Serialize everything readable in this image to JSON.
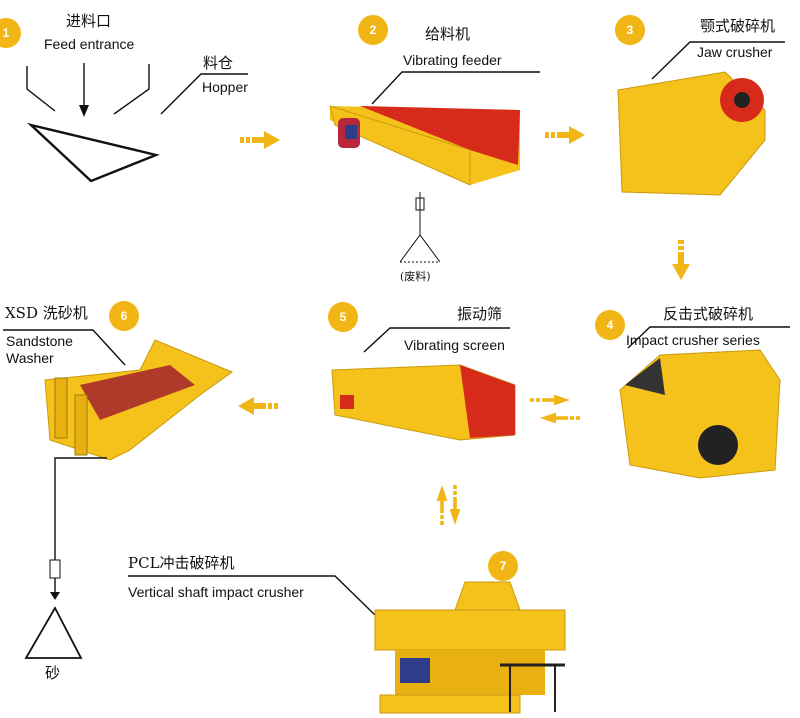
{
  "steps": {
    "feed": {
      "badge": "1",
      "cn": "进料口",
      "en": "Feed entrance",
      "hopper_cn": "料仓",
      "hopper_en": "Hopper"
    },
    "feeder": {
      "badge": "2",
      "cn": "给料机",
      "en": "Vibrating feeder",
      "waste": "(废料)"
    },
    "jaw": {
      "badge": "3",
      "cn": "颚式破碎机",
      "en": "Jaw crusher"
    },
    "impact": {
      "badge": "4",
      "cn": "反击式破碎机",
      "en": "Impact crusher series"
    },
    "screen": {
      "badge": "5",
      "cn": "振动筛",
      "en": "Vibrating screen"
    },
    "washer": {
      "badge": "6",
      "cn": "XSD 洗砂机",
      "en1": "Sandstone",
      "en2": "Washer",
      "output": "砂"
    },
    "vsi": {
      "badge": "7",
      "cn": "PCL冲击破碎机",
      "en": "Vertical shaft impact crusher"
    }
  },
  "colors": {
    "badge": "#f2b516",
    "arrow": "#f2b516",
    "machine": "#f5c21b",
    "accent_red": "#d62a1a"
  }
}
